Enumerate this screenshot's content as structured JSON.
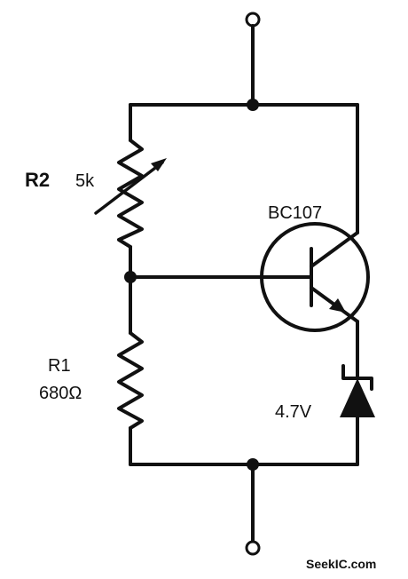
{
  "components": {
    "r2": {
      "ref": "R2",
      "value": "5k"
    },
    "r1": {
      "ref": "R1",
      "value": "680Ω"
    },
    "transistor": {
      "part": "BC107"
    },
    "zener": {
      "value": "4.7V"
    }
  },
  "watermark": "SeekIC.com"
}
